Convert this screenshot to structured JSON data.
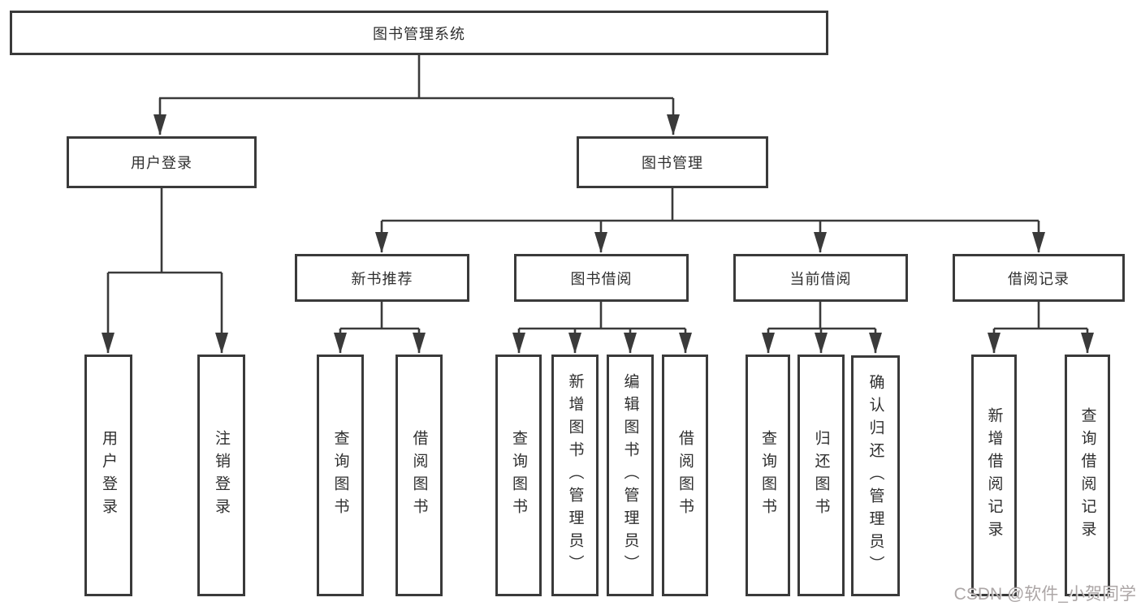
{
  "diagram": {
    "root": {
      "label": "图书管理系统"
    },
    "branches": [
      {
        "label": "用户登录",
        "leaves": [
          {
            "label": "用户登录"
          },
          {
            "label": "注销登录"
          }
        ]
      },
      {
        "label": "图书管理",
        "groups": [
          {
            "label": "新书推荐",
            "leaves": [
              {
                "label": "查询图书"
              },
              {
                "label": "借阅图书"
              }
            ]
          },
          {
            "label": "图书借阅",
            "leaves": [
              {
                "label": "查询图书"
              },
              {
                "label": "新增图书（管理员）"
              },
              {
                "label": "编辑图书（管理员）"
              },
              {
                "label": "借阅图书"
              }
            ]
          },
          {
            "label": "当前借阅",
            "leaves": [
              {
                "label": "查询图书"
              },
              {
                "label": "归还图书"
              },
              {
                "label": "确认归还（管理员）"
              }
            ]
          },
          {
            "label": "借阅记录",
            "leaves": [
              {
                "label": "新增借阅记录"
              },
              {
                "label": "查询借阅记录"
              }
            ]
          }
        ]
      }
    ]
  },
  "watermark": {
    "text": "CSDN @软件_小贺同学"
  },
  "colors": {
    "line": "#3a3a3a",
    "box_border": "#3a3a3a",
    "box_bg": "#ffffff",
    "text": "#2f2f2f",
    "watermark": "#9e9696"
  }
}
